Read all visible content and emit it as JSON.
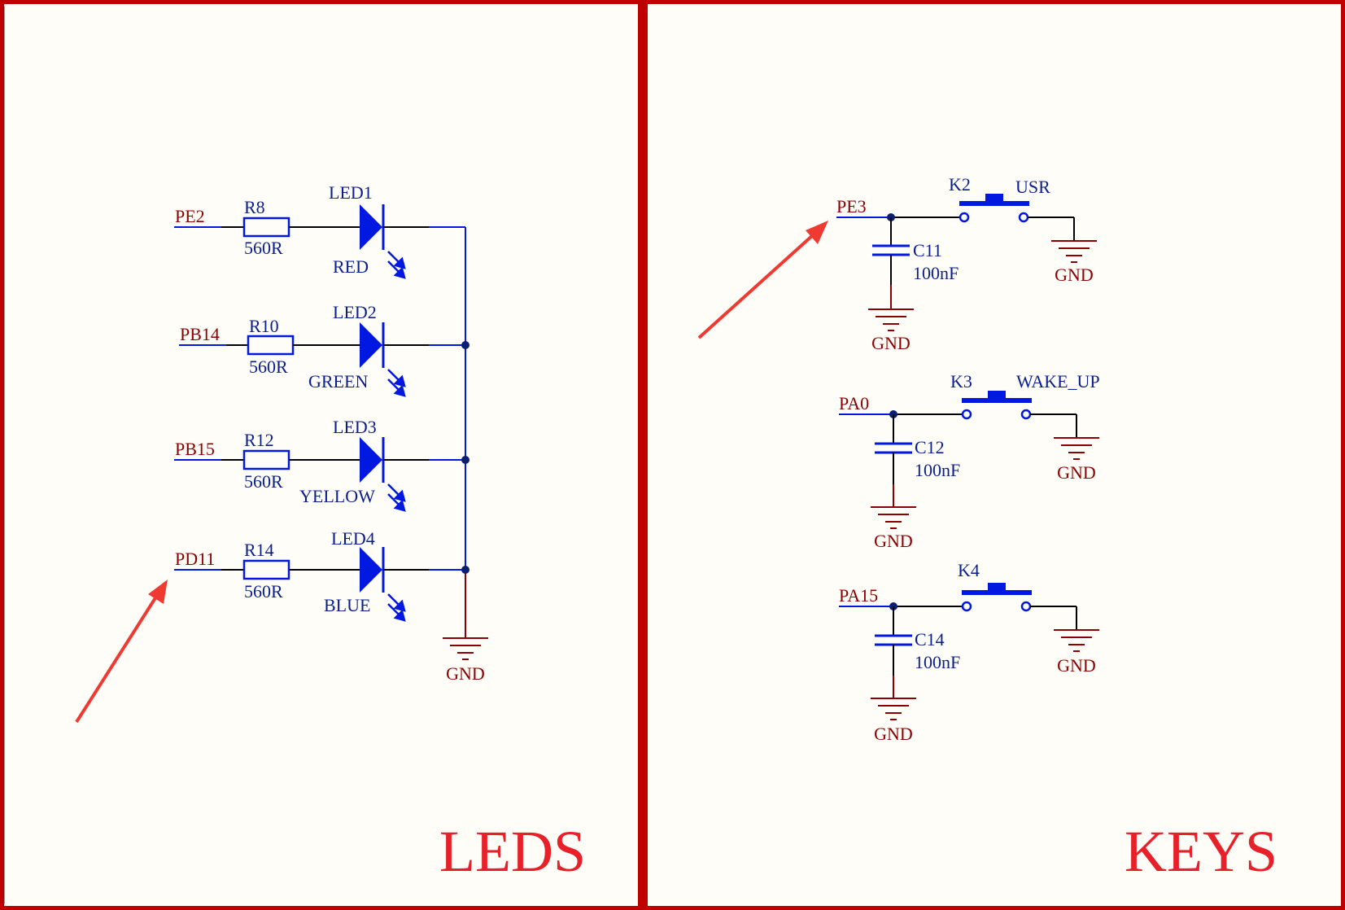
{
  "panels": {
    "leds": {
      "title": "LEDS",
      "gnd_label": "GND",
      "channels": [
        {
          "net": "PE2",
          "resistor": "R8",
          "resistor_value": "560R",
          "led": "LED1",
          "color_label": "RED"
        },
        {
          "net": "PB14",
          "resistor": "R10",
          "resistor_value": "560R",
          "led": "LED2",
          "color_label": "GREEN"
        },
        {
          "net": "PB15",
          "resistor": "R12",
          "resistor_value": "560R",
          "led": "LED3",
          "color_label": "YELLOW"
        },
        {
          "net": "PD11",
          "resistor": "R14",
          "resistor_value": "560R",
          "led": "LED4",
          "color_label": "BLUE"
        }
      ]
    },
    "keys": {
      "title": "KEYS",
      "keys": [
        {
          "net": "PE3",
          "switch": "K2",
          "function": "USR",
          "capacitor": "C11",
          "capacitor_value": "100nF",
          "gnd_cap": "GND",
          "gnd_switch": "GND"
        },
        {
          "net": "PA0",
          "switch": "K3",
          "function": "WAKE_UP",
          "capacitor": "C12",
          "capacitor_value": "100nF",
          "gnd_cap": "GND",
          "gnd_switch": "GND"
        },
        {
          "net": "PA15",
          "switch": "K4",
          "function": "",
          "capacitor": "C14",
          "capacitor_value": "100nF",
          "gnd_cap": "GND",
          "gnd_switch": "GND"
        }
      ]
    }
  },
  "colors": {
    "border": "#c00000",
    "wire": "#000000",
    "component": "#0018e0",
    "net_label": "#8b0000",
    "ref_label": "#0a1f8f",
    "title": "#e8202a",
    "arrow": "#ef3a32",
    "background": "#fffdf8"
  }
}
